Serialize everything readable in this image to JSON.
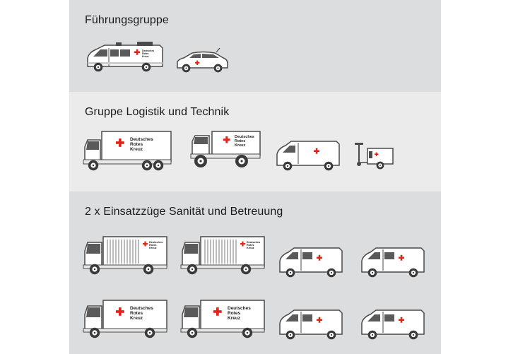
{
  "groups": [
    {
      "title": "Führungsgruppe"
    },
    {
      "title": "Gruppe Logistik und Technik"
    },
    {
      "title": "2 x Einsatzzüge Sanität und Betreuung"
    }
  ],
  "logo": {
    "line1": "Deutsches",
    "line2": "Rotes",
    "line3": "Kreuz"
  },
  "colors": {
    "red_cross": "#e2231a",
    "panel_dark": "#dcdddf",
    "panel_light": "#ebebec",
    "outline": "#4a4a4a"
  }
}
